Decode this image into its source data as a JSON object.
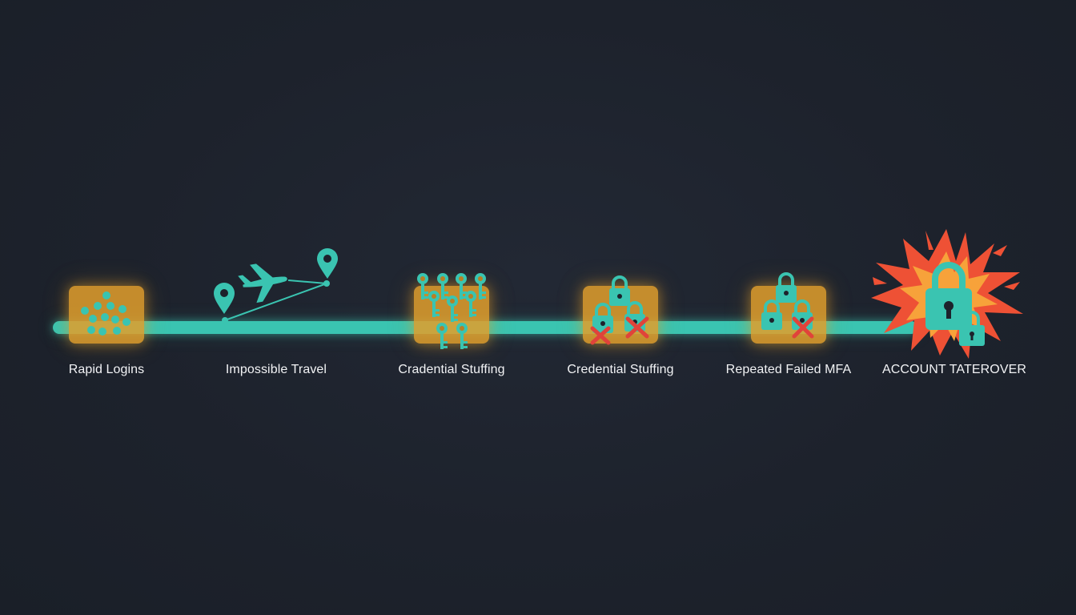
{
  "colors": {
    "background": "#1d222c",
    "timeline": "#3ac4b1",
    "event_box": "#e19e2c",
    "icon": "#3ac4b1",
    "fail_mark": "#e0433a",
    "burst_outer": "#ee5135",
    "burst_inner": "#f7a23a",
    "label_text": "#f2f3f5"
  },
  "timeline": {
    "events": [
      {
        "label": "Rapid Logins",
        "icon": "dots-cluster-icon"
      },
      {
        "label": "Impossible Travel",
        "icon": "airplane-route-icon"
      },
      {
        "label": "Cradential Stuffing",
        "icon": "keys-icon"
      },
      {
        "label": "Credential Stuffing",
        "icon": "locks-failed-icon"
      },
      {
        "label": "Repeated Failed MFA",
        "icon": "locks-failed-mfa-icon"
      },
      {
        "label": "ACCOUNT TATEROVER",
        "icon": "explosion-lock-icon"
      }
    ]
  }
}
